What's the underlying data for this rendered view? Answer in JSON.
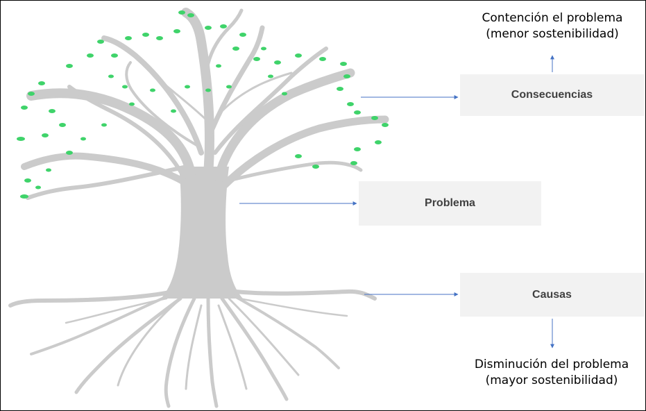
{
  "diagram": {
    "boxes": {
      "consequences": "Consecuencias",
      "problem": "Problema",
      "causes": "Causas"
    },
    "top_note": {
      "line1": "Contención  el problema",
      "line2": "(menor sostenibilidad)"
    },
    "bottom_note": {
      "line1": "Disminución del problema",
      "line2": "(mayor sostenibilidad)"
    }
  },
  "colors": {
    "trunk": "#cbcbcb",
    "leaf": "#3fd36a",
    "box": "#f2f2f2",
    "arrow": "#4472c4"
  }
}
